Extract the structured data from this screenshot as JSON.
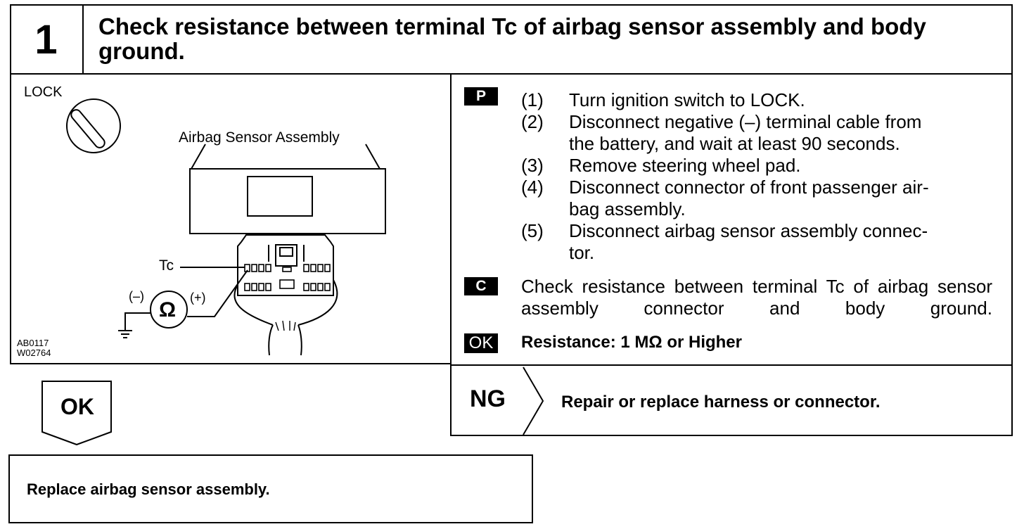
{
  "header": {
    "step_number": "1",
    "title": "Check resistance between terminal Tc of airbag sensor assembly and body ground."
  },
  "diagram": {
    "lock_label": "LOCK",
    "sensor_label": "Airbag Sensor Assembly",
    "terminal_label": "Tc",
    "minus_label": "(–)",
    "plus_label": "(+)",
    "ohm_symbol": "Ω",
    "code1": "AB0117",
    "code2": "W02764"
  },
  "prep": {
    "badge": "P",
    "steps": [
      {
        "num": "(1)",
        "lines": [
          "Turn ignition switch to LOCK."
        ]
      },
      {
        "num": "(2)",
        "lines": [
          "Disconnect negative (–) terminal cable from",
          "the battery, and wait at least 90 seconds."
        ]
      },
      {
        "num": "(3)",
        "lines": [
          "Remove steering wheel pad."
        ]
      },
      {
        "num": "(4)",
        "lines": [
          "Disconnect connector of front passenger air-",
          "bag assembly."
        ]
      },
      {
        "num": "(5)",
        "lines": [
          "Disconnect airbag sensor assembly connec-",
          "tor."
        ]
      }
    ]
  },
  "check": {
    "badge": "C",
    "text": "Check resistance between terminal Tc of airbag sensor assembly connector and body ground."
  },
  "ok_spec": {
    "badge": "OK",
    "text": "Resistance:   1 MΩ or Higher"
  },
  "ng": {
    "label": "NG",
    "action": "Repair or replace harness or connector."
  },
  "ok_result": {
    "label": "OK",
    "action": "Replace airbag sensor assembly."
  }
}
